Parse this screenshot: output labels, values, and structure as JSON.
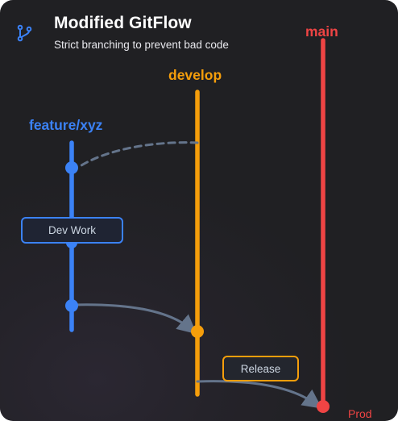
{
  "header": {
    "title": "Modified GitFlow",
    "subtitle": "Strict branching to prevent bad code",
    "icon": "git-branch-icon"
  },
  "branches": {
    "feature": {
      "label": "feature/xyz",
      "color": "#3b82f6"
    },
    "develop": {
      "label": "develop",
      "color": "#f59e0b"
    },
    "main": {
      "label": "main",
      "color": "#ef4444"
    }
  },
  "steps": {
    "dev_work": "Dev Work",
    "release": "Release",
    "prod": "Prod"
  },
  "colors": {
    "background": "#222226",
    "connector": "#64748b",
    "feature": "#3b82f6",
    "develop": "#f59e0b",
    "main": "#ef4444"
  }
}
